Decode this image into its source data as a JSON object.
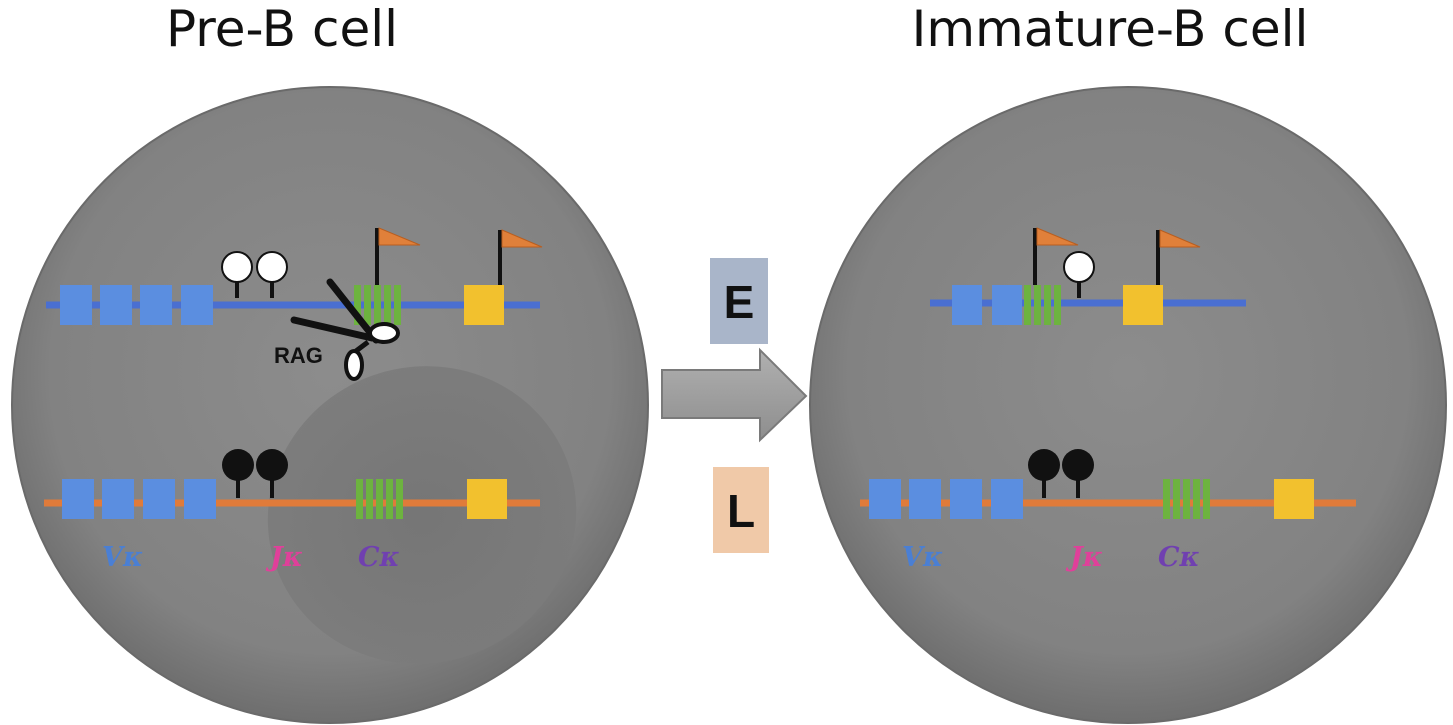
{
  "titles": {
    "left": "Pre-B cell",
    "right": "Immature-B cell"
  },
  "labels": {
    "rag": "RAG",
    "e_box": "E",
    "l_box": "L",
    "v_kappa": "Vκ",
    "j_kappa": "Jκ",
    "c_kappa": "Cκ"
  },
  "colors": {
    "cell": "#8a8a8a",
    "nucleus_shadow": "#6f6f6f",
    "blue_strand": "#4a6fd1",
    "orange_strand": "#e07b3a",
    "v_segment": "#5b8ee0",
    "j_segment": "#6db33f",
    "c_segment": "#f2c12e",
    "flag": "#e0803a",
    "v_label": "#4a7fd4",
    "j_label": "#e0409a",
    "c_label": "#7040b0",
    "e_box": "#a9b5c9",
    "l_box": "#f0c9a8",
    "arrow": "#a0a0a0"
  },
  "icons": {
    "scissors": "scissors-icon",
    "arrow": "right-arrow-icon",
    "flag": "flag-icon",
    "lollipop_open": "open-lollipop-icon",
    "lollipop_filled": "filled-lollipop-icon"
  }
}
